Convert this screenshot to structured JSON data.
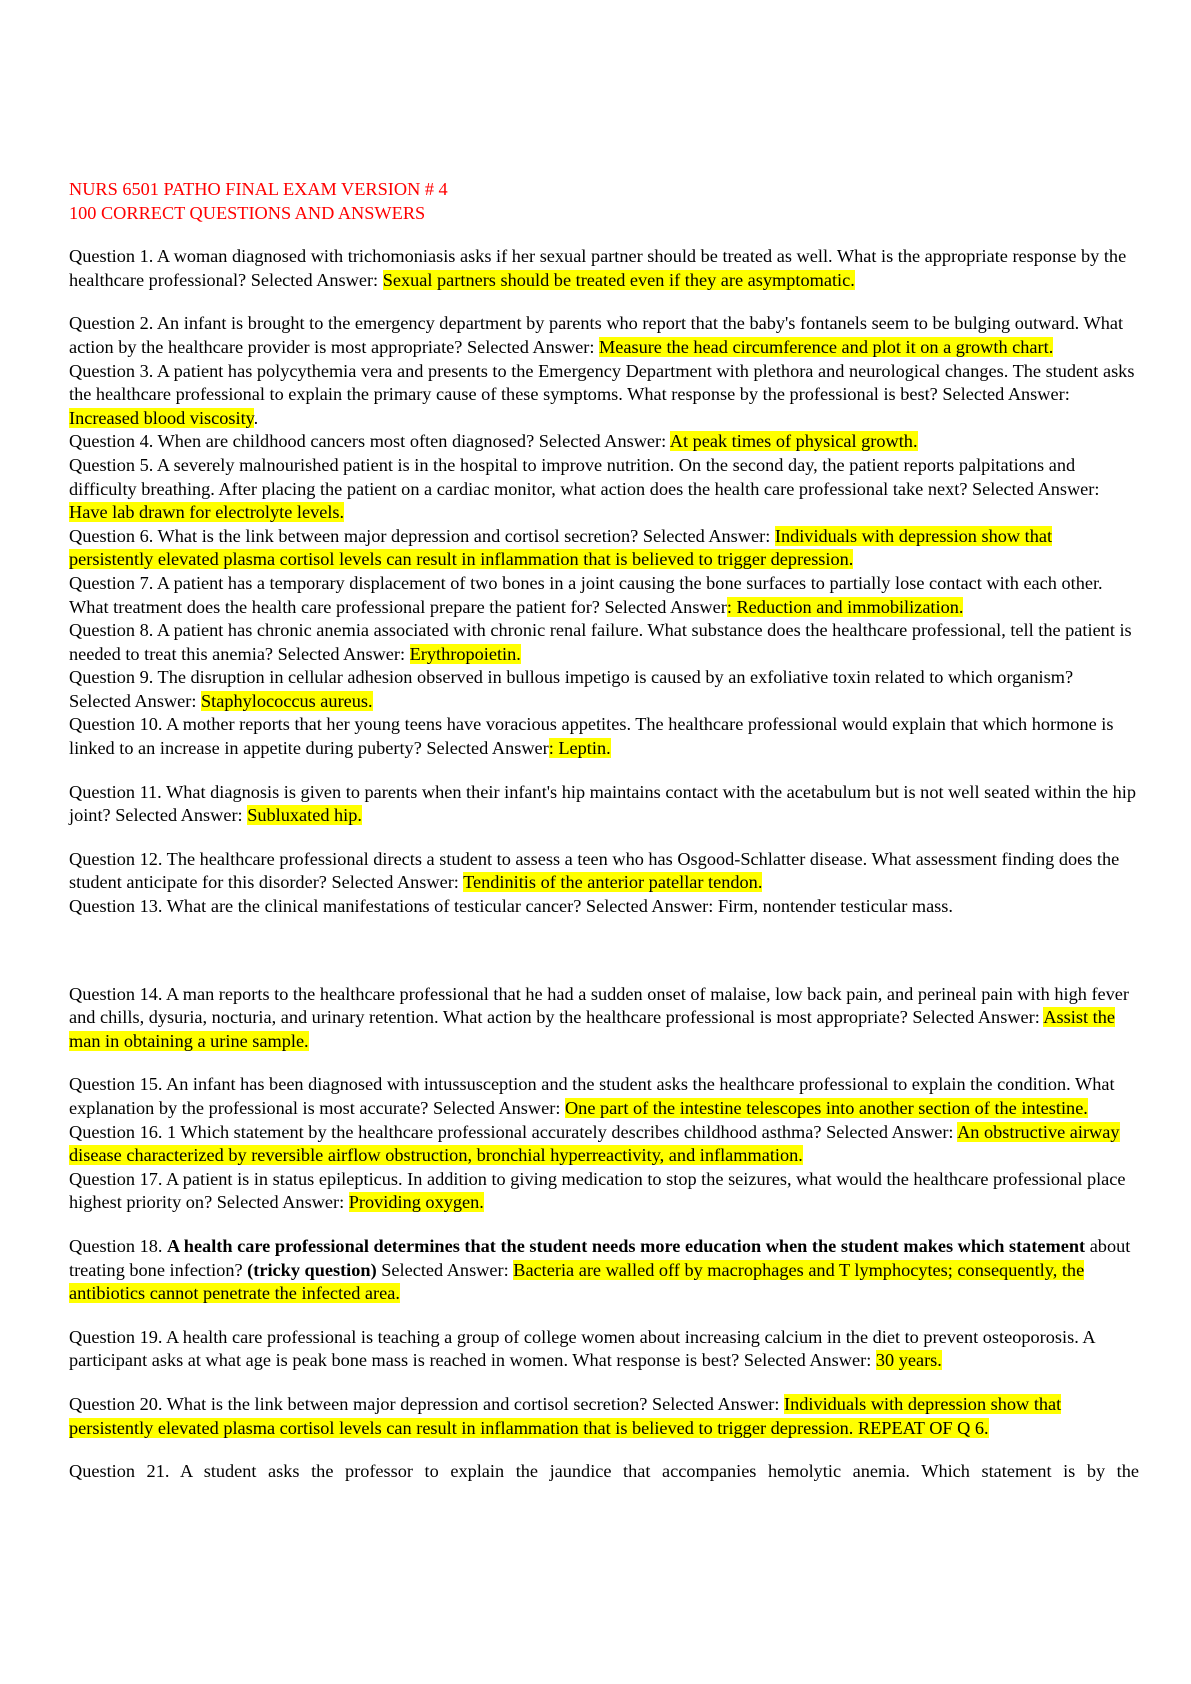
{
  "header": {
    "title_line1": "NURS 6501 PATHO FINAL EXAM VERSION # 4",
    "title_line2": "100 CORRECT QUESTIONS AND ANSWERS"
  },
  "colors": {
    "title": "#ff0000",
    "highlight": "#ffff00"
  },
  "questions": [
    {
      "q": "Question 1. A woman diagnosed with trichomoniasis asks if her sexual partner should be treated as well. What is the appropriate response by the healthcare professional? Selected Answer: ",
      "a": "Sexual partners should be treated even if they are asymptomatic."
    },
    {
      "q": "Question 2. An infant is brought to the emergency department by parents who report that the baby's fontanels seem to be bulging outward. What action by the healthcare provider is most appropriate? Selected Answer: ",
      "a": "Measure the head circumference and plot it on a growth chart."
    },
    {
      "q": "Question 3. A patient has polycythemia vera and presents to the Emergency Department with plethora and neurological changes. The student asks the healthcare professional to explain the primary cause of these symptoms. What response by the professional is best? Selected Answer: ",
      "a": "Increased blood viscosity",
      "tail": "."
    },
    {
      "q": "Question 4. When are childhood cancers most often diagnosed? Selected Answer: ",
      "a": "At peak times of physical growth."
    },
    {
      "q": "Question 5. A severely malnourished patient is in the hospital to improve nutrition. On the second day, the patient reports palpitations and difficulty breathing. After placing the patient on a cardiac monitor, what action does the health care professional take next? Selected Answer: ",
      "a": "Have lab drawn for electrolyte levels."
    },
    {
      "q": "Question 6. What is the link between major depression and cortisol secretion? Selected Answer: ",
      "a": "Individuals with depression show that persistently elevated plasma cortisol levels can result in inflammation that is believed to trigger depression."
    },
    {
      "q": "Question 7. A patient has a temporary displacement of two bones in a joint causing the bone surfaces to partially lose contact with each other. What treatment does the health care professional prepare the patient for? Selected Answer",
      "a": ": Reduction and immobilization."
    },
    {
      "q": "Question 8. A patient has chronic anemia associated with chronic renal failure. What substance does the healthcare professional, tell the patient is needed to treat this anemia? Selected Answer: ",
      "a": "Erythropoietin."
    },
    {
      "q": "Question 9. The disruption in cellular adhesion observed in bullous impetigo is caused by an exfoliative toxin related to which organism? Selected Answer: ",
      "a": "Staphylococcus aureus."
    },
    {
      "q": "Question 10. A mother reports that her young teens have voracious appetites. The healthcare professional would explain that which hormone is linked to an increase in appetite during puberty? Selected Answer",
      "a": ": Leptin."
    },
    {
      "q": "Question 11. What diagnosis is given to parents when their infant's hip maintains contact with the acetabulum but is not well seated within the hip joint? Selected Answer: ",
      "a": "Subluxated hip."
    },
    {
      "q": "Question 12. The healthcare professional directs a student to assess a teen who has Osgood-Schlatter disease. What assessment finding does the student anticipate for this disorder? Selected Answer: ",
      "a": "Tendinitis of the anterior patellar tendon."
    },
    {
      "q": "Question 13. What are the clinical manifestations of testicular cancer? Selected Answer: Firm, nontender testicular mass."
    },
    {
      "q": "Question 14. A man reports to the healthcare professional that he had a sudden onset of malaise, low back pain, and perineal pain with high fever and chills, dysuria, nocturia, and urinary retention. What action by the healthcare professional is most appropriate? Selected Answer: ",
      "a": "Assist the man in obtaining a urine sample."
    },
    {
      "q": "Question 15. An infant has been diagnosed with intussusception and the student asks the healthcare professional to explain the condition. What explanation by the professional is most accurate? Selected Answer: ",
      "a": "One part of the intestine telescopes into another section of the intestine."
    },
    {
      "q": "Question 16. 1 Which statement by the healthcare professional accurately describes childhood asthma? Selected Answer: ",
      "a": "An obstructive airway disease characterized by reversible airflow obstruction, bronchial hyperreactivity, and inflammation."
    },
    {
      "q": "Question 17. A patient is in status epilepticus. In addition to giving medication to stop the seizures, what would the healthcare professional place highest priority on? Selected Answer: ",
      "a": "Providing oxygen."
    },
    {
      "q_prefix": "Question 18. ",
      "q_bold": "A health care professional determines that the student needs more education when the student makes which statement",
      "q_mid": " about treating bone infection? ",
      "q_bold2": "(tricky question)",
      "q": " Selected Answer: ",
      "a": "Bacteria are walled off by macrophages and T lymphocytes; consequently, the antibiotics cannot penetrate the infected area."
    },
    {
      "q": "Question 19. A health care professional is teaching a group of college women about increasing calcium in the diet to prevent osteoporosis. A participant asks at what age is peak bone mass is reached in women. What response is best? Selected Answer: ",
      "a": "30 years."
    },
    {
      "q": "Question 20. What is the link between major depression and cortisol secretion? Selected Answer: ",
      "a": "Individuals with depression show that persistently elevated plasma cortisol levels can result in inflammation that is believed to trigger depression. REPEAT OF Q 6."
    },
    {
      "q": "Question 21. A student asks the professor to explain the jaundice that accompanies hemolytic anemia. Which statement is by the"
    }
  ]
}
